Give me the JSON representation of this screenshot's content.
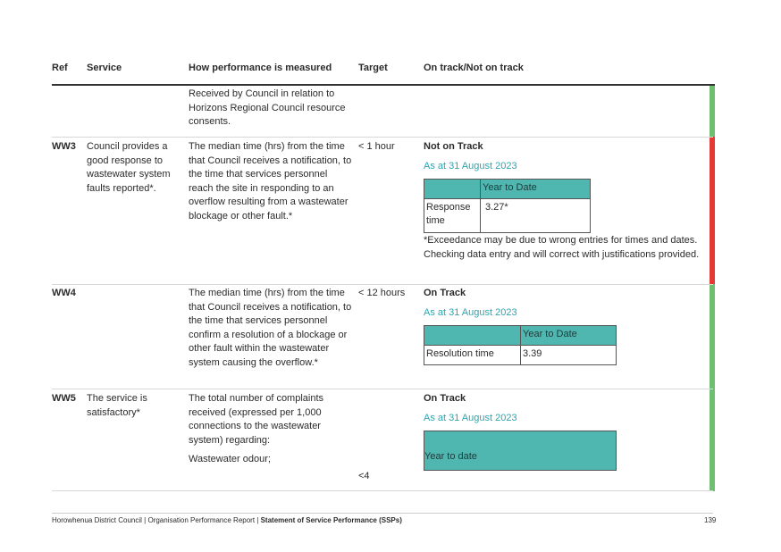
{
  "headers": {
    "ref": "Ref",
    "service": "Service",
    "measure": "How performance is measured",
    "target": "Target",
    "status": "On track/Not on track"
  },
  "row0": {
    "measure": "Received by Council in relation to Horizons Regional Council resource consents."
  },
  "row1": {
    "ref": "WW3",
    "service": "Council provides a good response to wastewater system faults reported*.",
    "measure": "The median time (hrs) from the time that Council receives a notification, to the time that services personnel reach the site in responding to an overflow resulting from a wastewater blockage or other fault.*",
    "target": "< 1 hour",
    "status": "Not on Track",
    "as_at": "As at 31 August 2023",
    "table_header": "Year to Date",
    "row_label": "Response time",
    "row_value": "3.27*",
    "note": "*Exceedance may be due to wrong entries for times and dates.  Checking data entry and will correct with justifications provided."
  },
  "row2": {
    "ref": "WW4",
    "measure": "The median time (hrs) from the time that Council receives a notification, to the time that services personnel confirm a resolution of a blockage or other fault within the wastewater system causing the overflow.*",
    "target": "< 12 hours",
    "status": "On Track",
    "as_at": "As at 31 August 2023",
    "table_header": "Year to Date",
    "row_label": "Resolution time",
    "row_value": "3.39"
  },
  "row3": {
    "ref": "WW5",
    "service": "The service is satisfactory*",
    "measure": "The total number of complaints received (expressed per 1,000 connections to the wastewater system) regarding:",
    "measure_item": "Wastewater odour;",
    "target": "<4",
    "status": "On Track",
    "as_at": "As at 31 August 2023",
    "table_label": "Year to date"
  },
  "footer": {
    "left": "Horowhenua District Council | Organisation Performance Report | ",
    "left_bold": "Statement of Service Performance (SSPs)",
    "page": "139"
  },
  "colors": {
    "on_track": "#6fbf73",
    "not_on_track": "#e53935",
    "teal": "#4fb6b0"
  }
}
